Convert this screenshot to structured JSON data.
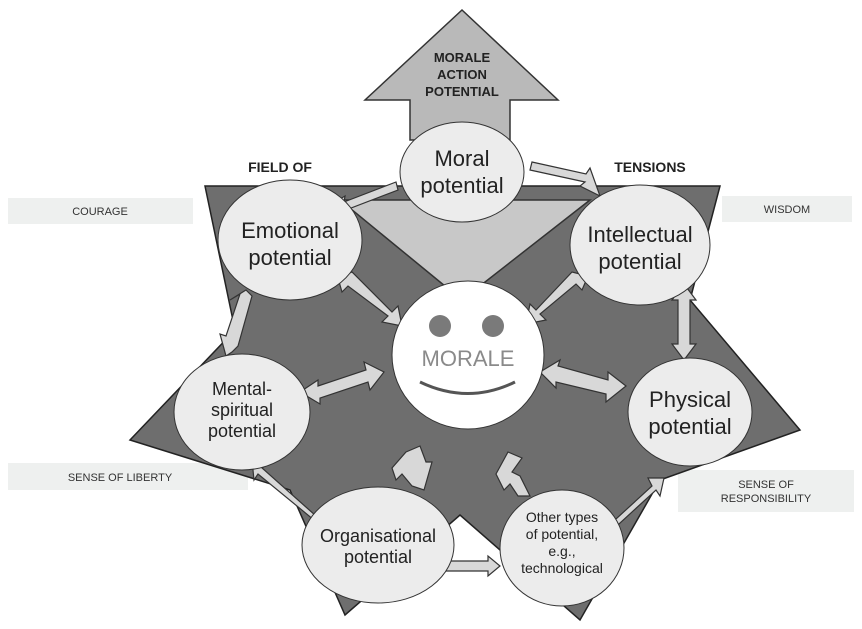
{
  "top_arrow": {
    "lines": [
      "MORALE",
      "ACTION",
      "POTENTIAL"
    ]
  },
  "field_labels": {
    "left": "FIELD OF",
    "right": "TENSIONS"
  },
  "side_labels": {
    "courage": "COURAGE",
    "wisdom": "WISDOM",
    "liberty": "SENSE OF LIBERTY",
    "responsibility": [
      "SENSE OF",
      "RESPONSIBILITY"
    ]
  },
  "center": {
    "label": "MORALE"
  },
  "nodes": {
    "moral": [
      "Moral",
      "potential"
    ],
    "emotional": [
      "Emotional",
      "potential"
    ],
    "intellectual": [
      "Intellectual",
      "potential"
    ],
    "mental": [
      "Mental-",
      "spiritual",
      "potential"
    ],
    "physical": [
      "Physical",
      "potential"
    ],
    "organisational": [
      "Organisational",
      "potential"
    ],
    "other": [
      "Other types",
      "of potential,",
      "e.g.,",
      "technological"
    ]
  },
  "colors": {
    "star": "#6e6e6e",
    "arrow_fill": "#b9b9b9",
    "node_fill": "#ececec",
    "label_box": "#eef0ef"
  }
}
